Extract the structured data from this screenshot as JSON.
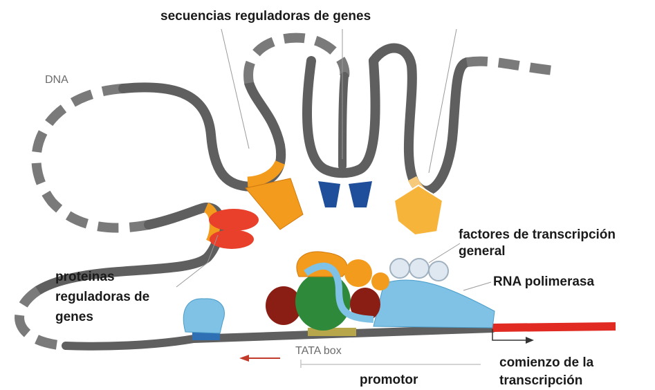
{
  "labels": {
    "dna": "DNA",
    "gene_regulatory_sequences": "secuencias reguladoras de genes",
    "general_transcription_factors": "factores de transcripción\ngeneral",
    "rna_polymerase": "RNA polimerasa",
    "gene_regulatory_proteins": "proteinas\nreguladoras de\ngenes",
    "tata_box": "TATA box",
    "promoter": "promotor",
    "transcription_start": "comienzo de la\ntranscripción"
  },
  "colors": {
    "dna_strand": "#6b6b6b",
    "dna_dashed": "#7a7a7a",
    "regulatory_orange": "#f39b1c",
    "regulatory_red": "#e8402a",
    "regulatory_blue": "#1f5fa8",
    "tf_light_blue": "#8cc8e8",
    "polymerase_blue": "#7fc2e6",
    "dark_red": "#8b1e14",
    "green": "#2e8a3a",
    "transcript_red": "#e02a22",
    "tf_grey": "#dfe8f0",
    "leader": "#9a9a9a"
  }
}
